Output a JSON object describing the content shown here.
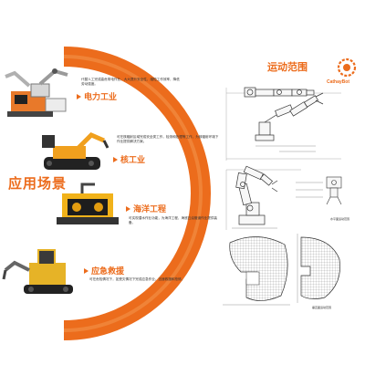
{
  "left_title": "应用场景",
  "motion_title": "运动范围",
  "logo_text": "CathayBot",
  "sections": [
    {
      "title": "电力工业",
      "desc": "代替人工完成高危带电作业，大大提升安全性，缩短工作效率，降低劳动强度。"
    },
    {
      "title": "核工业",
      "desc": "可在核辐射区域完成安全类工作，检测和处理等工作，为核辐射环境下作业提供解决方案。"
    },
    {
      "title": "海洋工程",
      "desc": "可实现潜水作业功能，为海洋工程、海底石油管道作业提供装备。"
    },
    {
      "title": "应急救援",
      "desc": "可在危险情况下，如受灾情况下完成应急作业，迅速救援和抢修。"
    }
  ],
  "captions": {
    "top_view": "水平面运动范围",
    "side_view": "垂直面运动范围"
  },
  "colors": {
    "accent": "#ec6c1c"
  }
}
